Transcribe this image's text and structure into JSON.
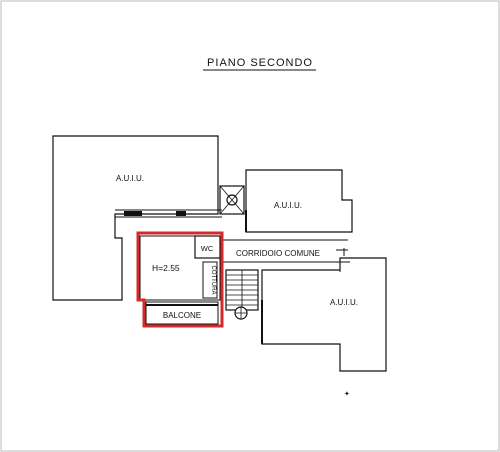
{
  "title": "PIANO SECONDO",
  "labels": {
    "unit_top_left": "A.U.I.U.",
    "unit_top_right": "A.U.I.U.",
    "unit_bottom_right": "A.U.I.U.",
    "height": "H=2.55",
    "wc": "WC",
    "cottura": "COTTURA",
    "corridor": "CORRIDOIO COMUNE",
    "balcony": "BALCONE"
  },
  "colors": {
    "walls": "#111111",
    "highlight": "#d42a2a"
  }
}
